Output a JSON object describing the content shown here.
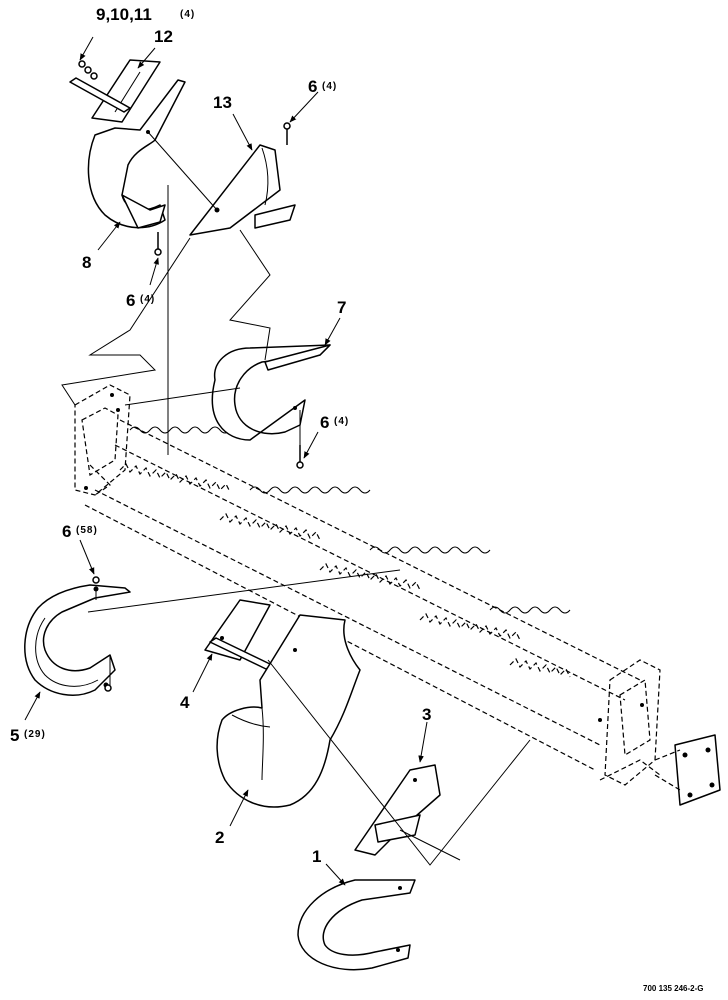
{
  "callouts": {
    "c1": "1",
    "c2": "2",
    "c3": "3",
    "c4": "4",
    "c5": "5",
    "c5_qty": "(29)",
    "c6_top": "6",
    "c6_top_qty": "(4)",
    "c6_left": "6",
    "c6_left_qty": "(4)",
    "c6_mid": "6",
    "c6_mid_qty": "(4)",
    "c6_bottom": "6",
    "c6_bottom_qty": "(58)",
    "c7": "7",
    "c8": "8",
    "c9_11": "9,10,11",
    "c9_11_qty": "(4)",
    "c12": "12",
    "c13": "13"
  },
  "figure_code": "700 135 246-2-G"
}
